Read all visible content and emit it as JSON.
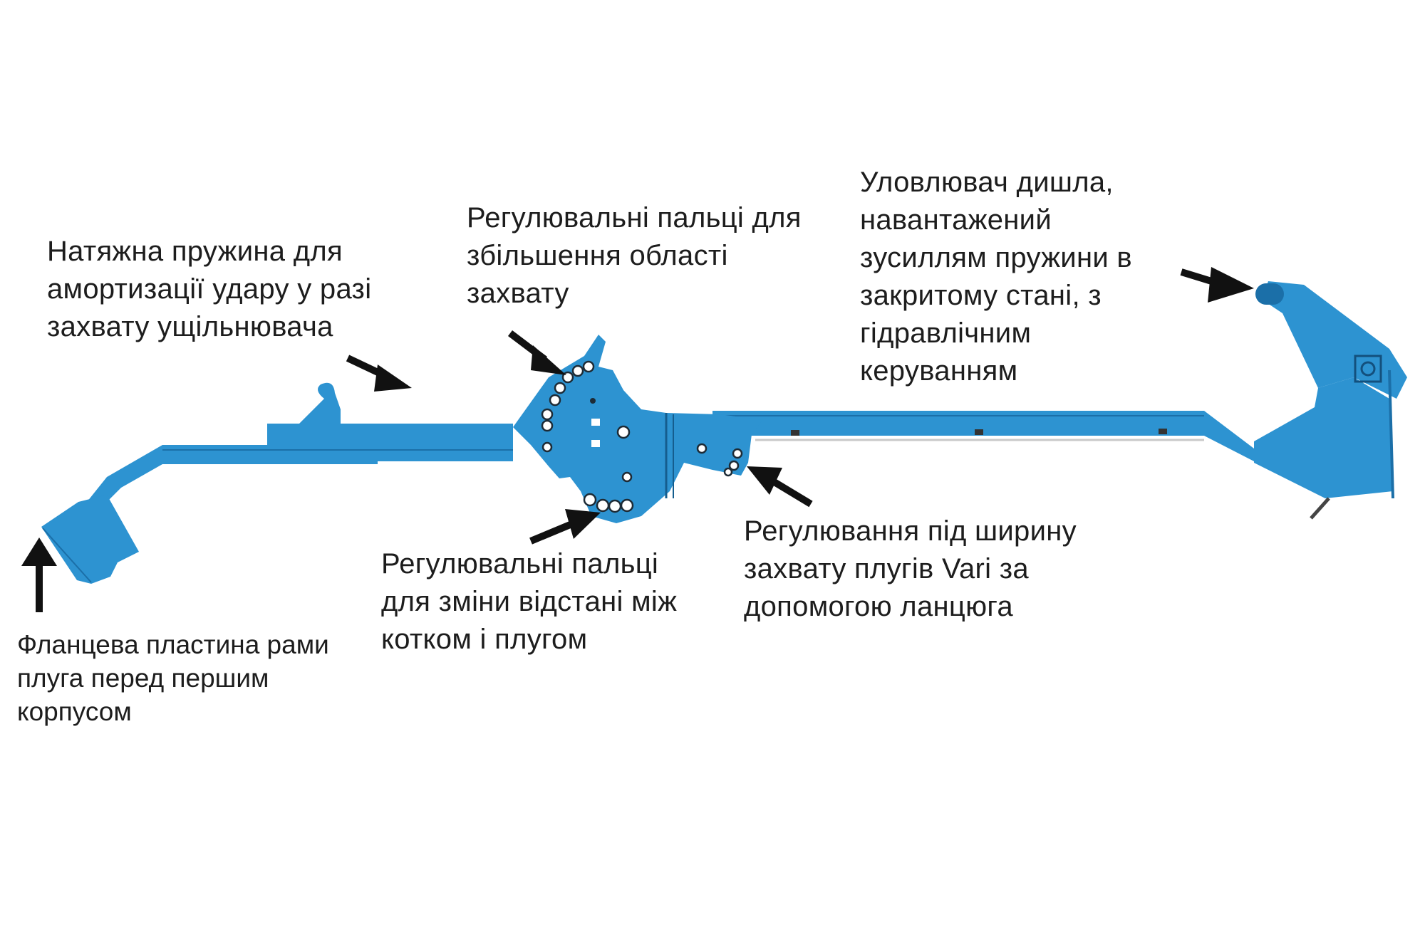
{
  "colors": {
    "frame": "#2d93d1",
    "frame_dark": "#1b6fa8",
    "arrow": "#111111",
    "text": "#1d1d1d"
  },
  "labels": {
    "tension_spring": [
      "Натяжна пружина для",
      "амортизації удару у разі",
      "захвату ущільнювача"
    ],
    "pins_area": [
      "Регулювальні пальці для",
      "збільшення області",
      "захвату"
    ],
    "drawbar_catcher": [
      "Уловлювач дишла,",
      "навантажений",
      "зусиллям пружини в",
      "закритому стані, з",
      "гідравлічним",
      "керуванням"
    ],
    "pins_distance": [
      "Регулювальні пальці",
      "для зміни відстані між",
      "котком і плугом"
    ],
    "width_adjust": [
      "Регулювання під ширину",
      "захвату плугів Vari за",
      "допомогою ланцюга"
    ],
    "flange_plate": [
      "Фланцева пластина рами",
      "плуга перед першим",
      "корпусом"
    ]
  }
}
